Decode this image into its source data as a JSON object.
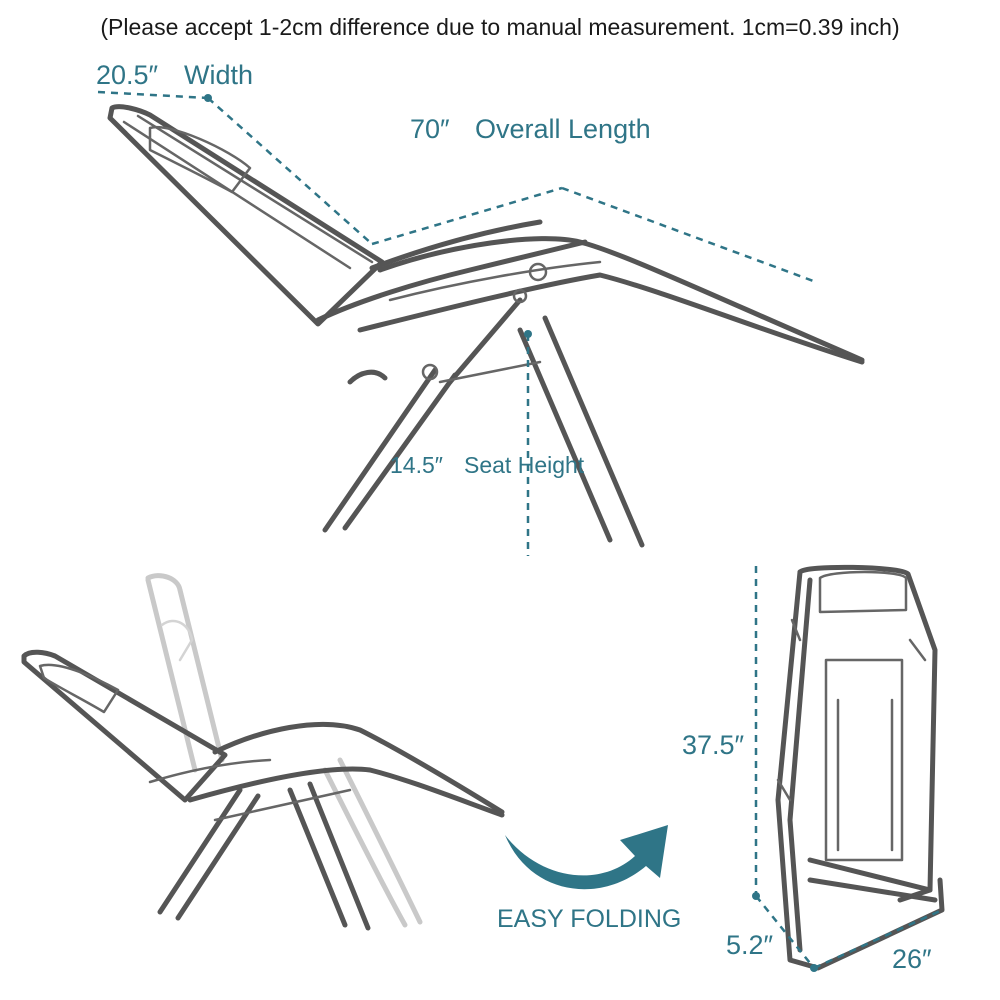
{
  "header": {
    "note": "(Please accept 1-2cm difference due to manual measurement.   1cm=0.39 inch)"
  },
  "dimensions": {
    "width": {
      "value": "20.5″",
      "label": "Width"
    },
    "length": {
      "value": "70″",
      "label": "Overall Length"
    },
    "seat_height": {
      "value": "14.5″",
      "label": "Seat Height"
    },
    "folded_height": {
      "value": "37.5″"
    },
    "folded_depth": {
      "value": "5.2″"
    },
    "folded_width": {
      "value": "26″"
    }
  },
  "folding": {
    "label": "EASY FOLDING"
  },
  "colors": {
    "accent": "#2f7587",
    "frame": "#555555",
    "text": "#1a1a1a"
  },
  "icons": [
    "curved-arrow-icon"
  ]
}
